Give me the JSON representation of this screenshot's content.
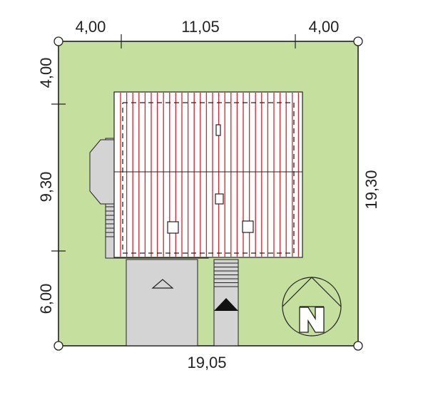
{
  "dimensions": {
    "top_left": "4,00",
    "top_middle": "11,05",
    "top_right": "4,00",
    "left_top": "4,00",
    "left_middle": "9,30",
    "left_bottom": "6,00",
    "right_total": "19,30",
    "bottom_total": "19,05"
  },
  "compass": {
    "letter": "N",
    "icon": "north-arrow-icon"
  },
  "colors": {
    "plot": "#c5df9e",
    "roof_fill": "#ffffff",
    "roof_lines": "#e0202a",
    "paving": "#d4d4d4",
    "lines": "#222222"
  }
}
